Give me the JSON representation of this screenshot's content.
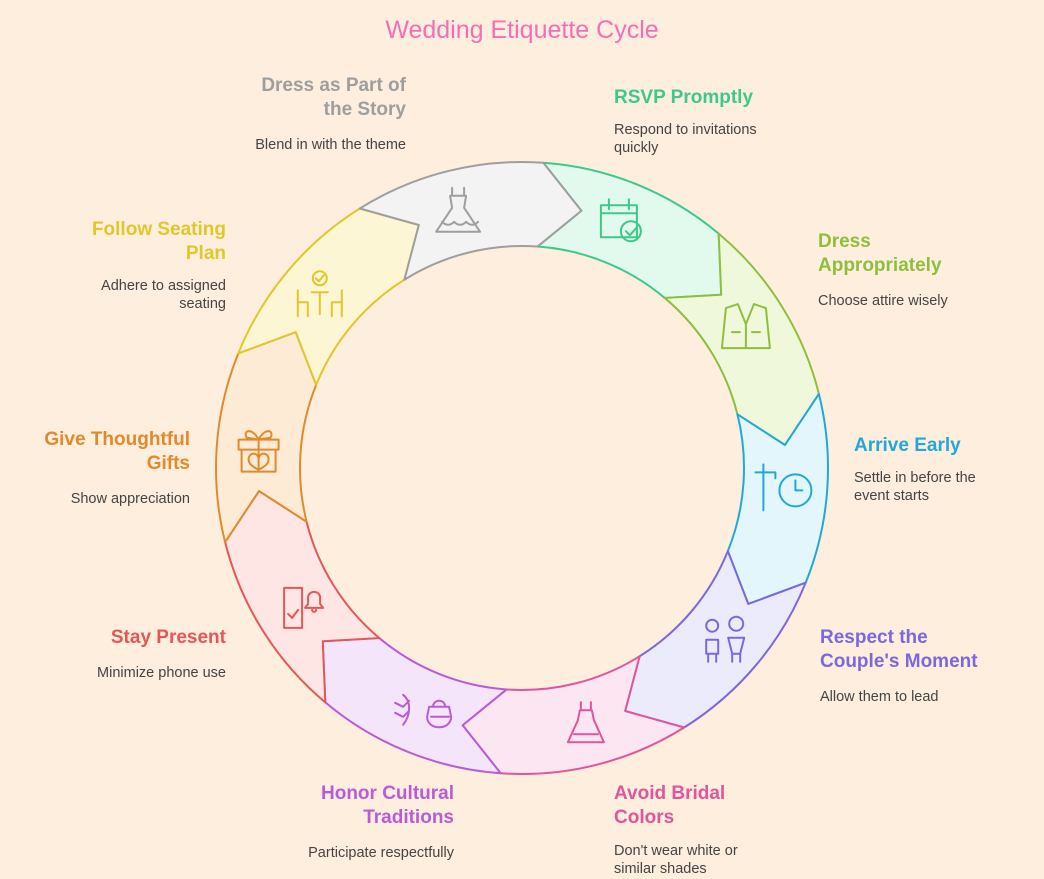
{
  "title": "Wedding Etiquette Cycle",
  "steps": [
    {
      "label_lines": [
        "RSVP Promptly"
      ],
      "desc_lines": [
        "Respond to invitations",
        "quickly"
      ],
      "color": "#3ec98a",
      "fill": "#e2f9ed",
      "icon": "calendar-check-icon"
    },
    {
      "label_lines": [
        "Dress",
        "Appropriately"
      ],
      "desc_lines": [
        "Choose attire wisely"
      ],
      "color": "#8dbf3c",
      "fill": "#f0f8dc",
      "icon": "suit-jacket-icon"
    },
    {
      "label_lines": [
        "Arrive Early"
      ],
      "desc_lines": [
        "Settle in before the",
        "event starts"
      ],
      "color": "#22a8d8",
      "fill": "#e3f6fc",
      "icon": "clock-sign-icon"
    },
    {
      "label_lines": [
        "Respect the",
        "Couple's Moment"
      ],
      "desc_lines": [
        "Allow them to lead"
      ],
      "color": "#7b68dc",
      "fill": "#ecebfb",
      "icon": "couple-icon"
    },
    {
      "label_lines": [
        "Avoid Bridal",
        "Colors"
      ],
      "desc_lines": [
        "Don't wear white or",
        "similar shades"
      ],
      "color": "#e0559b",
      "fill": "#fce6f1",
      "icon": "dress-icon"
    },
    {
      "label_lines": [
        "Honor Cultural",
        "Traditions"
      ],
      "desc_lines": [
        "Participate respectfully"
      ],
      "color": "#b85cd6",
      "fill": "#f5e5fb",
      "icon": "tradition-icon"
    },
    {
      "label_lines": [
        "Stay Present"
      ],
      "desc_lines": [
        "Minimize phone use"
      ],
      "color": "#e35757",
      "fill": "#fde6e3",
      "icon": "phone-bell-icon"
    },
    {
      "label_lines": [
        "Give Thoughtful",
        "Gifts"
      ],
      "desc_lines": [
        "Show appreciation"
      ],
      "color": "#e08a2e",
      "fill": "#fdebd6",
      "icon": "gift-icon"
    },
    {
      "label_lines": [
        "Follow Seating",
        "Plan"
      ],
      "desc_lines": [
        "Adhere to assigned",
        "seating"
      ],
      "color": "#e0c72a",
      "fill": "#fcf6d4",
      "icon": "seating-icon"
    },
    {
      "label_lines": [
        "Dress as Part of",
        "the Story"
      ],
      "desc_lines": [
        "Blend in with the theme"
      ],
      "color": "#9e9e9e",
      "fill": "#f3f3f3",
      "icon": "gown-icon"
    }
  ]
}
